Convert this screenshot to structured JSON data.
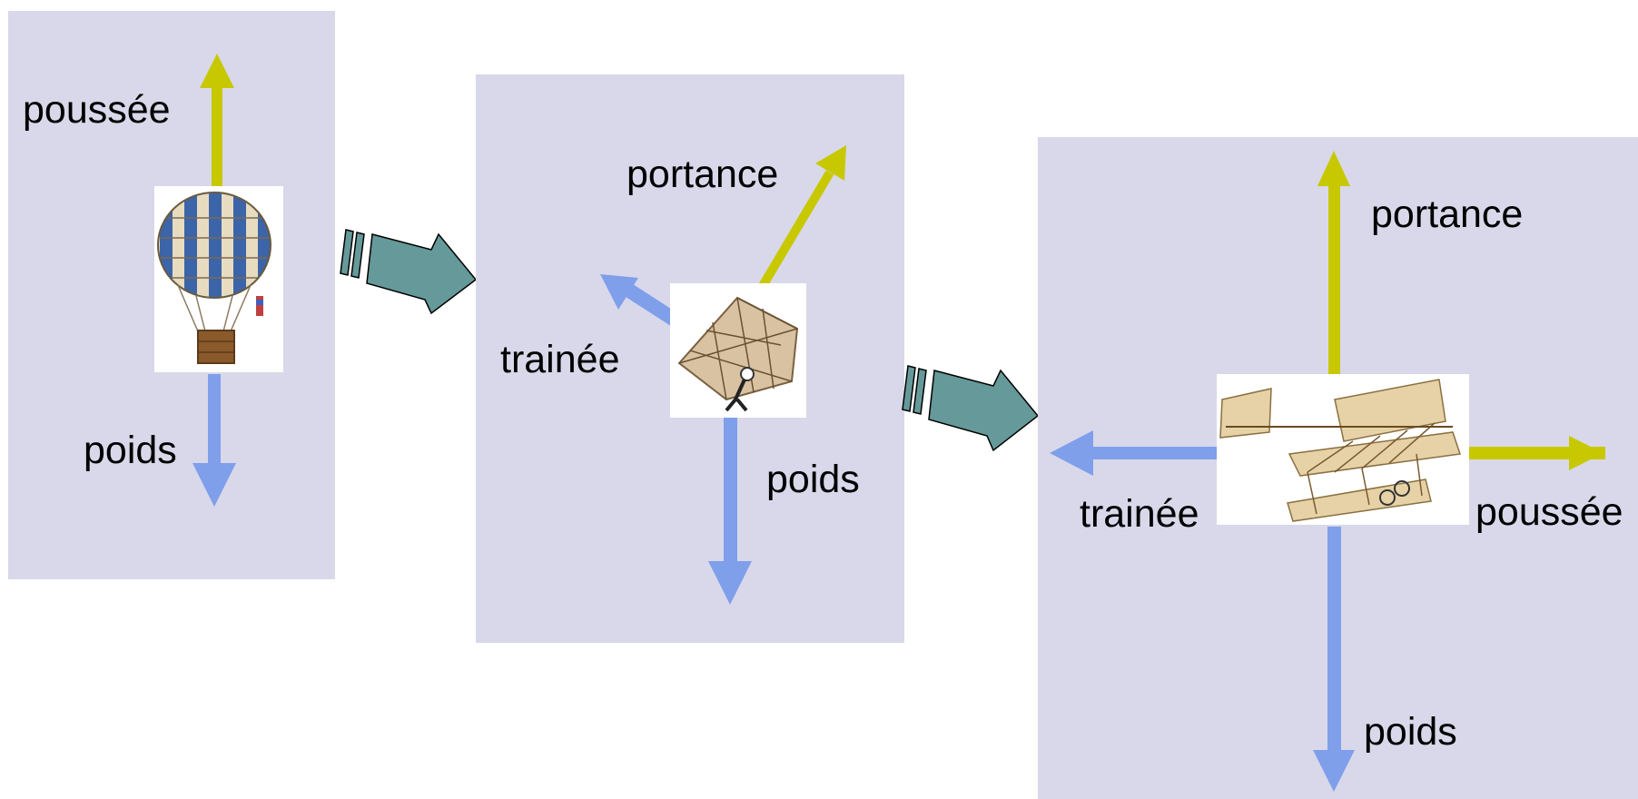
{
  "colors": {
    "background": "#ffffff",
    "panel": "#d8d8ea",
    "thrust_lift_arrow": "#c8c800",
    "weight_drag_arrow": "#7f9fea",
    "transition_arrow": "#669999"
  },
  "panels": [
    {
      "name": "ballon",
      "icon": "hot-air-balloon-icon",
      "labels": {
        "thrust": "poussée",
        "weight": "poids"
      }
    },
    {
      "name": "planeur",
      "icon": "hang-glider-icon",
      "labels": {
        "lift": "portance",
        "drag": "trainée",
        "weight": "poids"
      }
    },
    {
      "name": "avion",
      "icon": "biplane-icon",
      "labels": {
        "lift": "portance",
        "drag": "trainée",
        "thrust": "poussée",
        "weight": "poids"
      }
    }
  ],
  "transitions": [
    {
      "from": "ballon",
      "to": "planeur",
      "icon": "block-arrow-right-icon"
    },
    {
      "from": "planeur",
      "to": "avion",
      "icon": "block-arrow-right-icon"
    }
  ]
}
